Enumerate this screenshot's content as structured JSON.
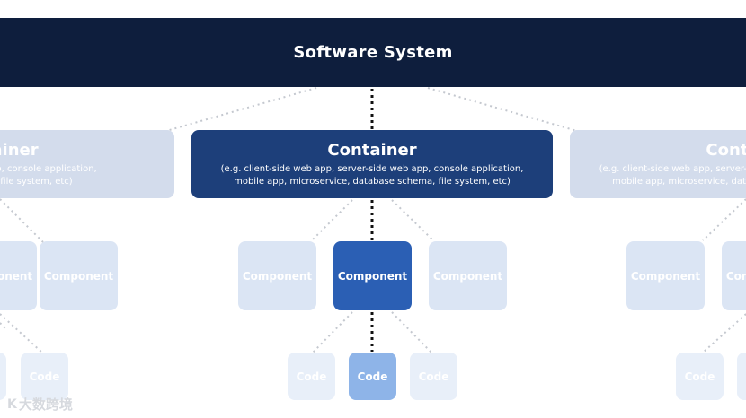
{
  "system": {
    "title": "Software System"
  },
  "containers": {
    "left": {
      "title": "Container",
      "desc_line1": "(e.g. client-side web app, console application,",
      "desc_line2": "database schema, file system, etc)"
    },
    "center": {
      "title": "Container",
      "desc_line1": "(e.g. client-side web app, server-side web app, console application,",
      "desc_line2": "mobile app, microservice, database schema, file system, etc)"
    },
    "right": {
      "title": "Container",
      "desc_line1": "(e.g. client-side web app, server-side web app, console application,",
      "desc_line2": "mobile app, microservice, database schema, file system, etc)"
    }
  },
  "component_label": "Component",
  "code_label": "Code",
  "watermark": {
    "logo": "K",
    "text": "大数跨境"
  },
  "colors": {
    "system_bg": "#0e1e3d",
    "container_active": "#1d3f7a",
    "component_active": "#2b5fb4",
    "code_active": "#8eb4e8",
    "faded": "#d3dcec"
  }
}
